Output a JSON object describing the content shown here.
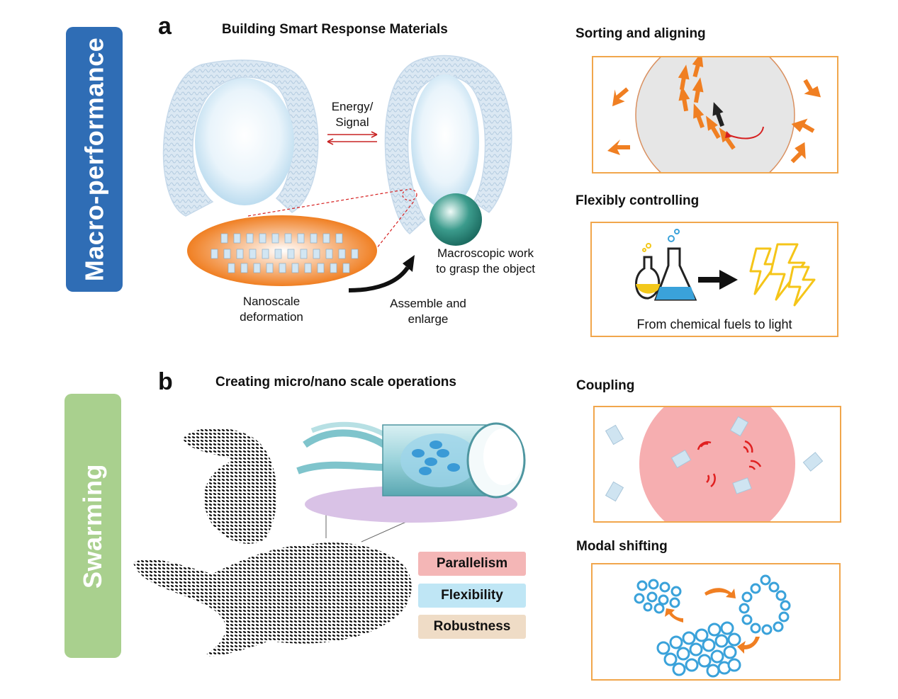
{
  "sidebars": {
    "macro": {
      "label": "Macro-performance",
      "color": "#2f6db5"
    },
    "swarming": {
      "label": "Swarming",
      "color": "#a9d08e"
    }
  },
  "panel_a": {
    "letter": "a",
    "title": "Building Smart Response Materials",
    "energy_label": [
      "Energy/",
      "Signal"
    ],
    "nanoscale_label": [
      "Nanoscale",
      "deformation"
    ],
    "assemble_label": [
      "Assemble and",
      "enlarge"
    ],
    "macroscopic_label": [
      "Macroscopic work",
      "to grasp the object"
    ]
  },
  "panel_b": {
    "letter": "b",
    "title": "Creating micro/nano scale operations",
    "tags": [
      {
        "label": "Parallelism",
        "color": "#f4b6b6"
      },
      {
        "label": "Flexibility",
        "color": "#bfe6f5"
      },
      {
        "label": "Robustness",
        "color": "#efdcc6"
      }
    ]
  },
  "right": {
    "sorting_title": "Sorting and aligning",
    "flexibly_title": "Flexibly controlling",
    "flexibly_caption": "From chemical fuels to light",
    "coupling_title": "Coupling",
    "modal_title": "Modal shifting"
  },
  "colors": {
    "box_border": "#f1a64c",
    "arrow_orange": "#f07f22",
    "circle_blue": "#3aa2da",
    "red": "#d62020"
  }
}
